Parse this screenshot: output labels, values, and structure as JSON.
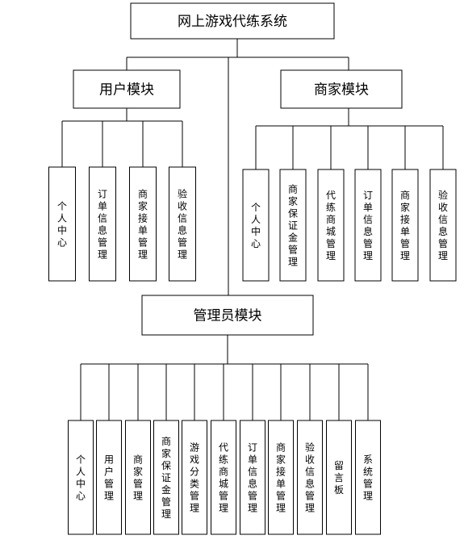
{
  "root": {
    "label": "网上游戏代练系统"
  },
  "modules": {
    "user": {
      "label": "用户模块",
      "children": [
        "个人中心",
        "订单信息管理",
        "商家接单管理",
        "验收信息管理"
      ]
    },
    "merchant": {
      "label": "商家模块",
      "children": [
        "个人中心",
        "商家保证金管理",
        "代练商城管理",
        "订单信息管理",
        "商家接单管理",
        "验收信息管理"
      ]
    },
    "admin": {
      "label": "管理员模块",
      "children": [
        "个人中心",
        "用户管理",
        "商家管理",
        "商家保证金管理",
        "游戏分类管理",
        "代练商城管理",
        "订单信息管理",
        "商家接单管理",
        "验收信息管理",
        "留言板",
        "系统管理"
      ]
    }
  }
}
